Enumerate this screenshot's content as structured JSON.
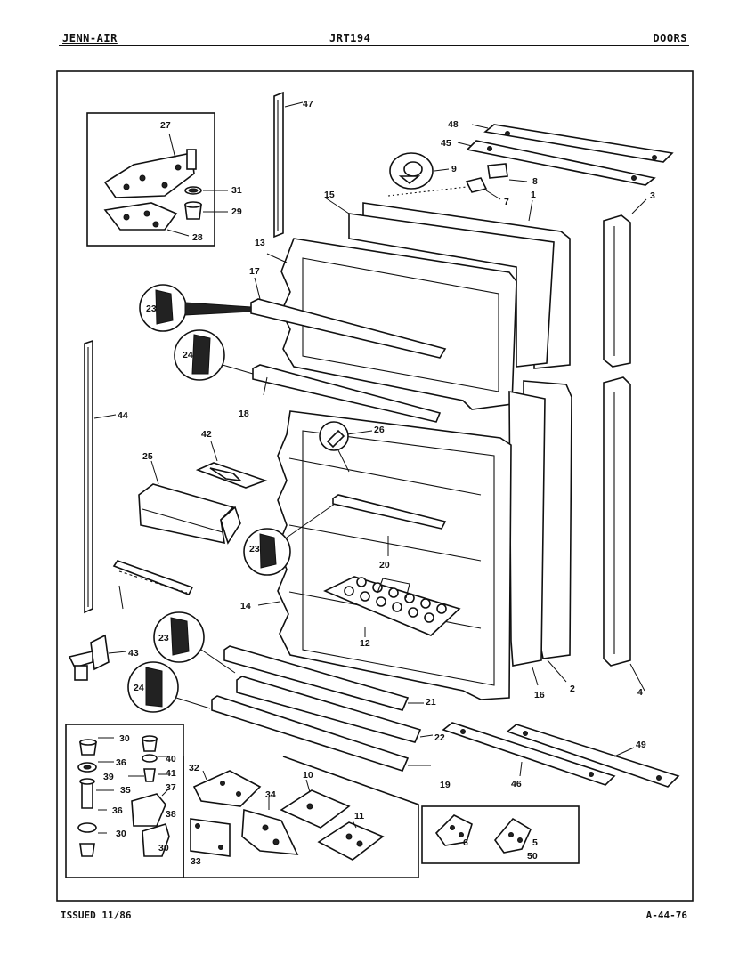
{
  "header": {
    "brand": "JENN-AIR",
    "model": "JRT194",
    "section": "DOORS"
  },
  "footer": {
    "issued": "ISSUED 11/86",
    "code": "A-44-76"
  },
  "callouts": [
    "1",
    "2",
    "3",
    "4",
    "5",
    "6",
    "7",
    "8",
    "9",
    "10",
    "11",
    "12",
    "13",
    "14",
    "15",
    "16",
    "17",
    "18",
    "19",
    "20",
    "21",
    "22",
    "23",
    "23",
    "23",
    "24",
    "24",
    "25",
    "26",
    "27",
    "28",
    "29",
    "30",
    "30",
    "30",
    "31",
    "32",
    "33",
    "34",
    "35",
    "36",
    "36",
    "37",
    "38",
    "39",
    "40",
    "41",
    "42",
    "43",
    "44",
    "45",
    "46",
    "47",
    "48",
    "49",
    "50"
  ]
}
